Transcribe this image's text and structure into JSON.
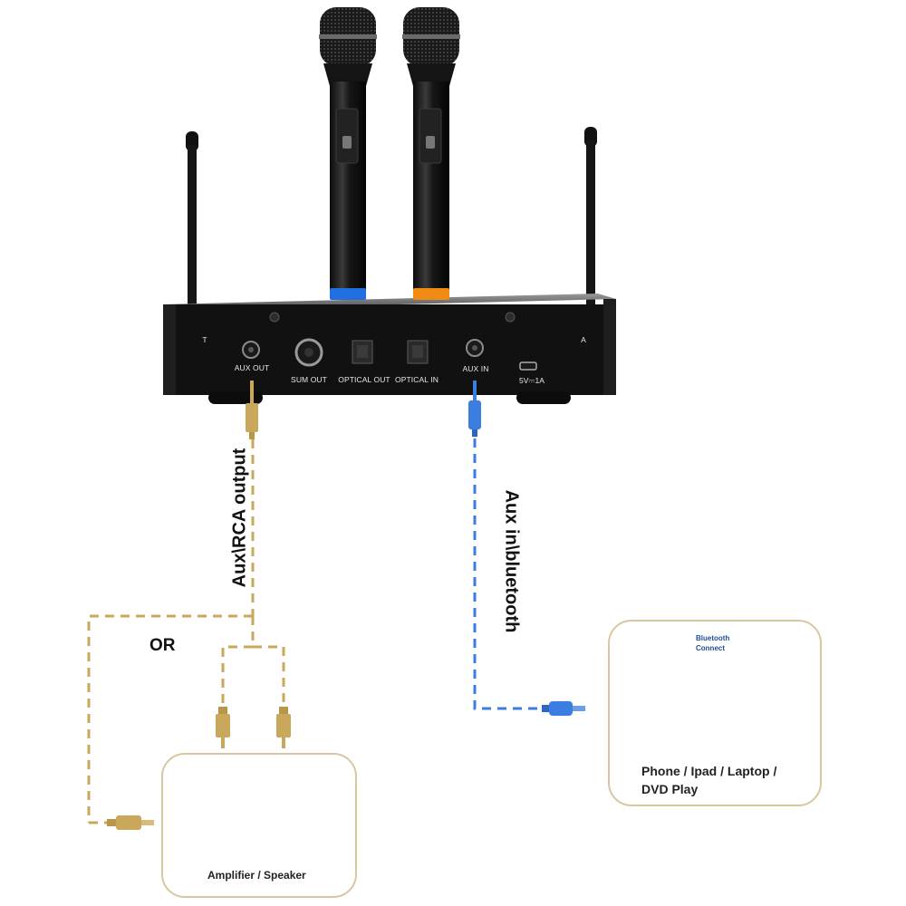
{
  "receiver": {
    "ports": [
      {
        "id": "aux-out",
        "label": "AUX OUT"
      },
      {
        "id": "sum-out",
        "label": "SUM OUT"
      },
      {
        "id": "optical-out",
        "label": "OPTICAL OUT"
      },
      {
        "id": "optical-in",
        "label": "OPTICAL IN"
      },
      {
        "id": "aux-in",
        "label": "AUX IN"
      },
      {
        "id": "usb-power",
        "label": "5V⎓1A"
      }
    ],
    "antenna_left_label": "T",
    "antenna_right_label": "A"
  },
  "microphones": [
    {
      "id": "mic-1",
      "ring_color": "#1f6fe0"
    },
    {
      "id": "mic-2",
      "ring_color": "#f08a12"
    }
  ],
  "connections": {
    "output_label": "Aux\\RCA output",
    "input_label": "Aux in\\bluetooth",
    "or_label": "OR",
    "output_color": "#c9a85c",
    "input_color": "#3b7de0"
  },
  "cards": {
    "speaker": {
      "caption": "Amplifier / Speaker"
    },
    "devices": {
      "caption_line1": "Phone / Ipad / Laptop /",
      "caption_line2": "DVD Play",
      "bluetooth_line1": "Bluetooth",
      "bluetooth_line2": "Connect"
    }
  }
}
